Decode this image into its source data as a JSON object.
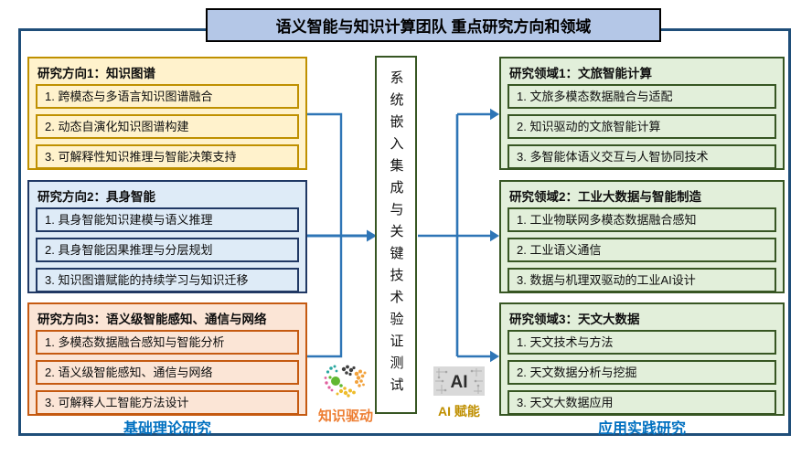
{
  "title": "语义智能与知识计算团队 重点研究方向和领域",
  "left_column": {
    "footer": "基础理论研究",
    "boxes": [
      {
        "heading": "研究方向1：知识图谱",
        "items": [
          "1. 跨模态与多语言知识图谱融合",
          "2. 动态自演化知识图谱构建",
          "3. 可解释性知识推理与智能决策支持"
        ]
      },
      {
        "heading": "研究方向2：具身智能",
        "items": [
          "1. 具身智能知识建模与语义推理",
          "2. 具身智能因果推理与分层规划",
          "3. 知识图谱赋能的持续学习与知识迁移"
        ]
      },
      {
        "heading": "研究方向3：语义级智能感知、通信与网络",
        "items": [
          "1. 多模态数据融合感知与智能分析",
          "2. 语义级智能感知、通信与网络",
          "3. 可解释人工智能方法设计"
        ]
      }
    ]
  },
  "center": {
    "vertical_label": "系统嵌入集成与关键技术验证测试"
  },
  "right_column": {
    "footer": "应用实践研究",
    "boxes": [
      {
        "heading": "研究领域1：文旅智能计算",
        "items": [
          "1. 文旅多模态数据融合与适配",
          "2. 知识驱动的文旅智能计算",
          "3. 多智能体语义交互与人智协同技术"
        ]
      },
      {
        "heading": "研究领域2：工业大数据与智能制造",
        "items": [
          "1. 工业物联网多模态数据融合感知",
          "2. 工业语义通信",
          "3. 数据与机理双驱动的工业AI设计"
        ]
      },
      {
        "heading": "研究领域3：天文大数据",
        "items": [
          "1. 天文技术与方法",
          "2. 天文数据分析与挖掘",
          "3. 天文大数据应用"
        ]
      }
    ]
  },
  "badges": {
    "knowledge": {
      "label": "知识驱动",
      "icon": "knowledge-graph-cluster-icon"
    },
    "ai": {
      "label": "AI 赋能",
      "icon_text": "AI",
      "icon": "ai-chip-circuit-icon"
    }
  },
  "colors": {
    "frame": "#1F4E79",
    "title_fill": "#B4C7E7",
    "gold_border": "#BF9000",
    "gold_fill": "#FFF2CC",
    "navy_border": "#203864",
    "blue_fill": "#DEEBF7",
    "orange_border": "#C55A11",
    "orange_fill": "#FBE5D6",
    "green_border": "#375623",
    "green_fill": "#E2EFDA",
    "arrow": "#2E75B6",
    "footer_text": "#0070C0",
    "knowledge_label": "#ED7D31",
    "ai_label": "#BF8F00"
  }
}
